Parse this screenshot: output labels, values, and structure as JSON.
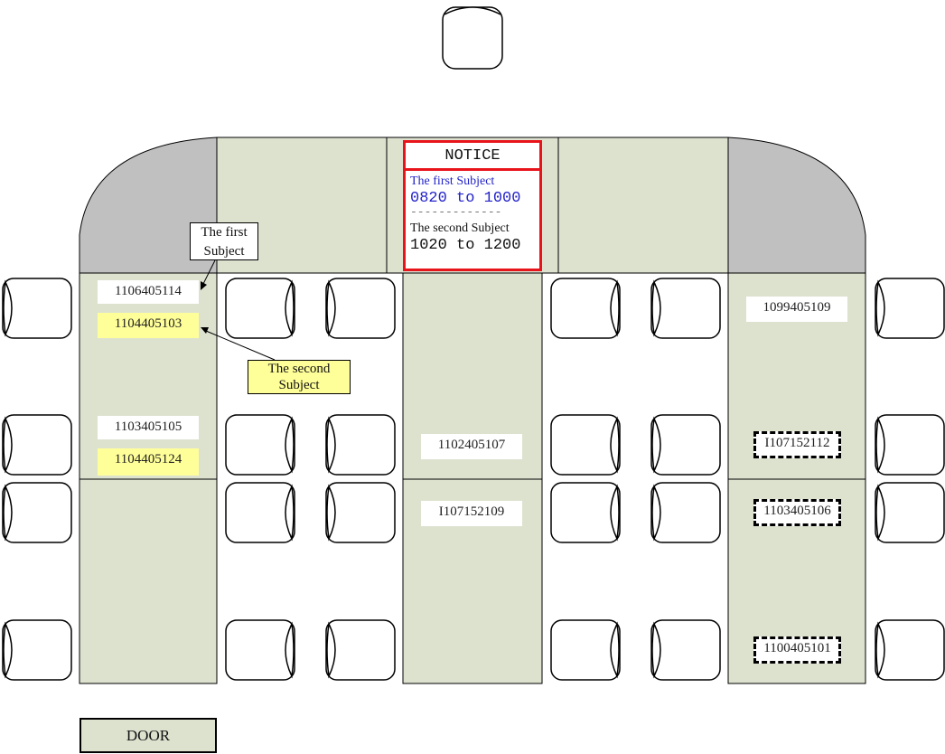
{
  "notice": {
    "title": "NOTICE",
    "first_subject_label": "The first Subject",
    "first_subject_time": "0820 to 1000",
    "divider": "-------------",
    "second_subject_label": "The second Subject",
    "second_subject_time": "1020 to 1200"
  },
  "callouts": {
    "first_subject": "The first\nSubject",
    "second_subject": "The second\nSubject"
  },
  "students": {
    "col1_row1_first": "1106405114",
    "col1_row1_second": "1104405103",
    "col1_row2_first": "1103405105",
    "col1_row2_second": "1104405124",
    "col3_row2": "1102405107",
    "col3_row3": "I107152109",
    "col5_row1": "1099405109",
    "col5_row2": "I107152112",
    "col5_row3": "1103405106",
    "col5_row4": "1100405101"
  },
  "door_label": "DOOR",
  "colors": {
    "table_fill": "#dde2cf",
    "corner_fill": "#c0c0c0",
    "notice_border": "#e8141b",
    "first_subject_text": "#2323c8",
    "second_subject_highlight": "#ffff99"
  }
}
